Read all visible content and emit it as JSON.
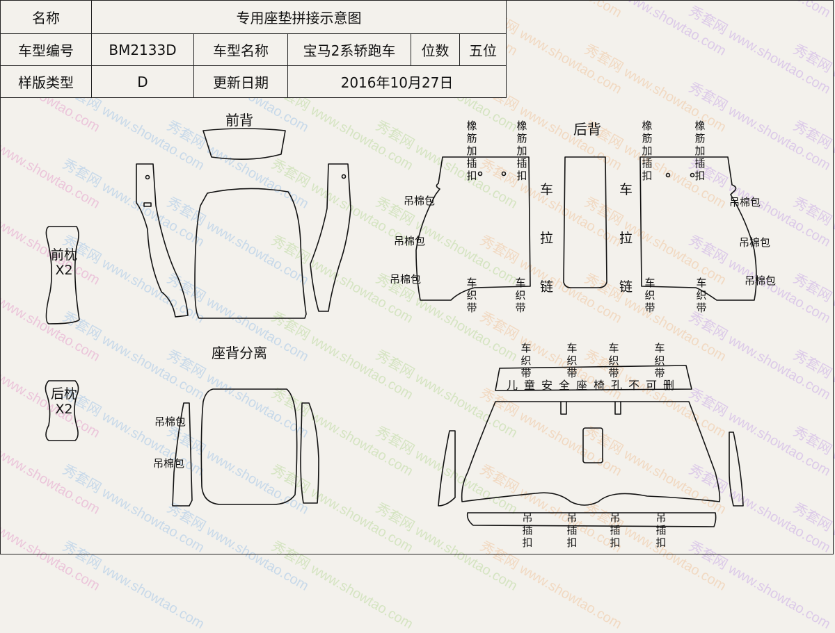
{
  "table": {
    "r1": [
      "名称",
      "专用座垫拼接示意图"
    ],
    "r2": [
      "车型编号",
      "BM2133D",
      "车型名称",
      "宝马2系轿跑车",
      "位数",
      "五位"
    ],
    "r3": [
      "样版类型",
      "D",
      "更新日期",
      "2016年10月27日"
    ]
  },
  "sections": {
    "front_back": "前背",
    "rear_back": "后背",
    "seat_separate": "座背分离"
  },
  "pillows": {
    "front": "前枕X2",
    "rear": "后枕X2"
  },
  "labels": {
    "elastic_clip": "橡筋加插扣",
    "hang_cotton": "吊棉包",
    "car_zipper": "车拉链",
    "webbing": "车织带",
    "hang_clip": "吊插扣",
    "child_seat": "儿童安全座椅孔不可删"
  },
  "watermark": {
    "cn": "秀套网",
    "url": "www.showtao.com",
    "colors": [
      "#e59ac9",
      "#9ec3e8",
      "#b9d99a",
      "#f0c39a",
      "#c7a5e6"
    ]
  }
}
